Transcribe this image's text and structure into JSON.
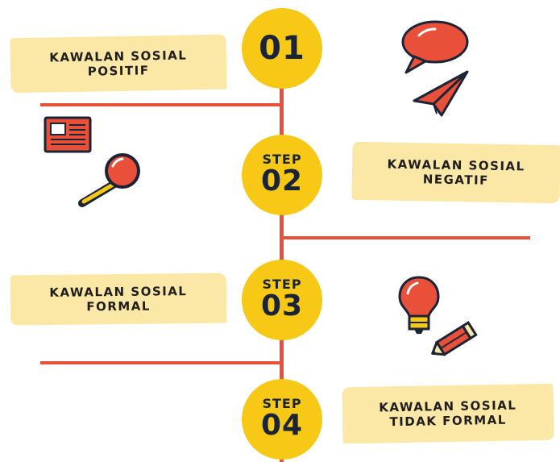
{
  "steps": [
    {
      "word": "",
      "number": "01",
      "label": "KAWALAN SOSIAL\nPOSITIF"
    },
    {
      "word": "STEP",
      "number": "02",
      "label": "KAWALAN SOSIAL\nNEGATIF"
    },
    {
      "word": "STEP",
      "number": "03",
      "label": "KAWALAN SOSIAL\nFORMAL"
    },
    {
      "word": "STEP",
      "number": "04",
      "label": "KAWALAN SOSIAL\nTIDAK FORMAL"
    }
  ],
  "colors": {
    "accent_red": "#e9503a",
    "circle_yellow": "#f7c816",
    "label_bg": "#fbe7a6",
    "dark": "#1b2436"
  },
  "icons": [
    "speech-bubble-icon",
    "paper-plane-icon",
    "newspaper-icon",
    "magnifier-icon",
    "lightbulb-icon",
    "pencil-icon"
  ]
}
